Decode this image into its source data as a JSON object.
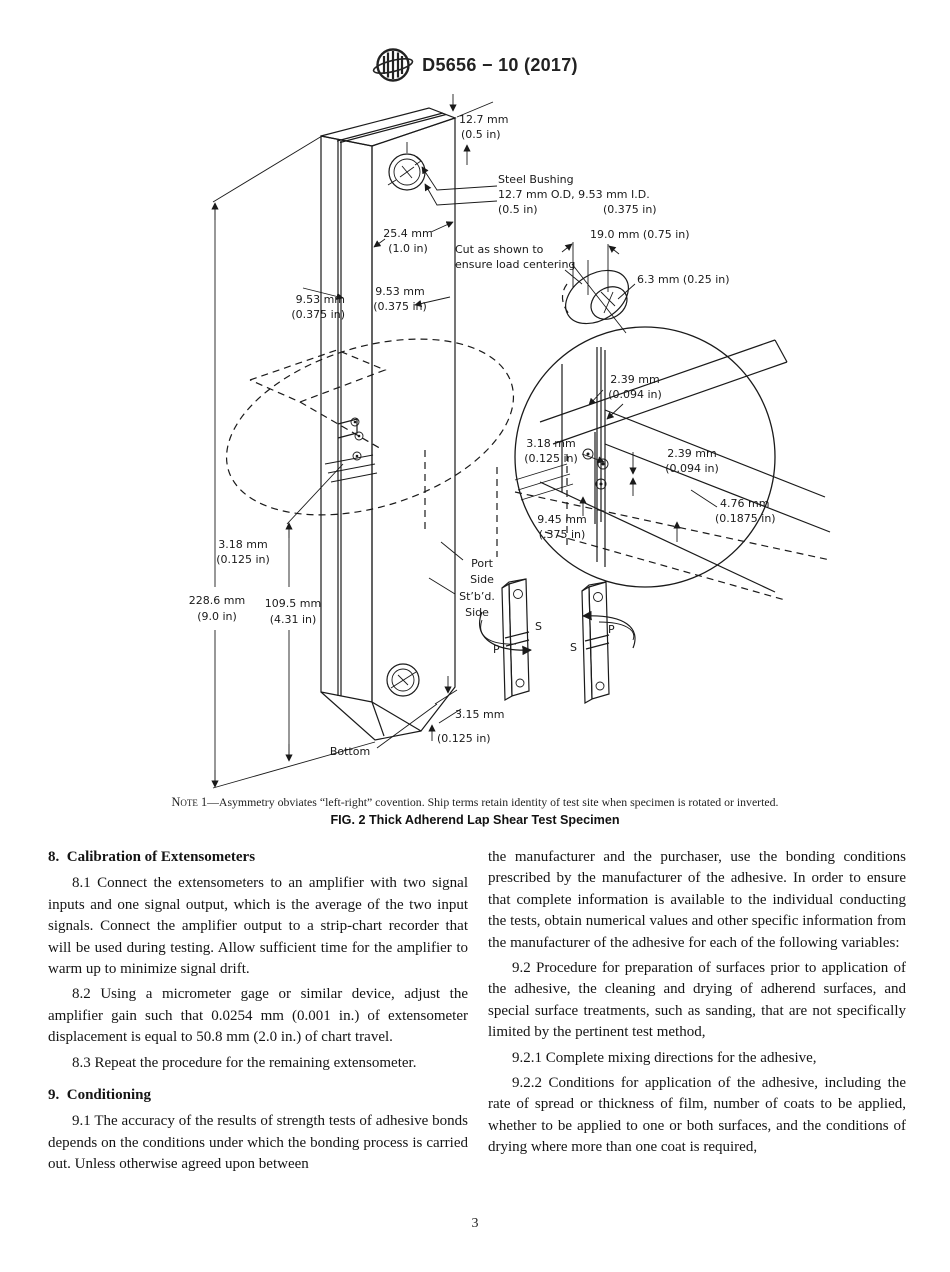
{
  "header": {
    "standard_id": "D5656 − 10 (2017)",
    "logo": "astm-logo"
  },
  "figure": {
    "note_label": "Note 1",
    "note_text": "—Asymmetry obviates “left-right” covention. Ship terms retain identity of test site when specimen is rotated or inverted.",
    "caption": "FIG. 2 Thick Adherend Lap Shear Test Specimen",
    "labels": {
      "dim127_1": "12.7 mm",
      "dim127_2": "(0.5 in)",
      "bushing_1": "Steel Bushing",
      "bushing_2": "12.7 mm O.D, 9.53 mm I.D.",
      "bushing_3": "(0.5 in)",
      "bushing_4": "(0.375 in)",
      "width254_1": "25.4 mm",
      "width254_2": "(1.0 in)",
      "cut_1": "Cut as shown to",
      "cut_2": "ensure load centering",
      "cyl19": "19.0 mm (0.75 in)",
      "cyl63": "6.3 mm (0.25 in)",
      "adhL_1": "9.53 mm",
      "adhL_2": "(0.375 in)",
      "adhM_1": "9.53 mm",
      "adhM_2": "(0.375 in)",
      "det_top_1": "2.39 mm",
      "det_top_2": "(0.094 in)",
      "det_left_1": "3.18 mm",
      "det_left_2": "(0.125 in)",
      "det_right_1": "2.39 mm",
      "det_right_2": "(0.094 in)",
      "det_476_1": "4.76 mm",
      "det_476_2": "(0.1875 in)",
      "det_945_1": "9.45 mm",
      "det_945_2": "(.375 in)",
      "bond318_1": "3.18 mm",
      "bond318_2": "(0.125 in)",
      "len2286_1": "228.6 mm",
      "len2286_2": "(9.0 in)",
      "len1095_1": "109.5 mm",
      "len1095_2": "(4.31 in)",
      "port_1": "Port",
      "port_2": "Side",
      "stbd_1": "St’b’d.",
      "stbd_2": "Side",
      "s1_P": "P",
      "s1_S": "S",
      "s2_P": "P",
      "s2_S": "S",
      "dim315_1": "3.15 mm",
      "dim315_2": "(0.125 in)",
      "bottom": "Bottom"
    }
  },
  "left_column": {
    "heading8": "8.  Calibration of Extensometers",
    "p_8_1": "8.1 Connect the extensometers to an amplifier with two signal inputs and one signal output, which is the average of the two input signals. Connect the amplifier output to a strip-chart recorder that will be used during testing. Allow sufficient time for the amplifier to warm up to minimize signal drift.",
    "p_8_2": "8.2 Using a micrometer gage or similar device, adjust the amplifier gain such that 0.0254 mm (0.001 in.) of extensometer displacement is equal to 50.8 mm (2.0 in.) of chart travel.",
    "p_8_3": "8.3 Repeat the procedure for the remaining extensometer.",
    "heading9": "9.  Conditioning",
    "p_9_1": "9.1 The accuracy of the results of strength tests of adhesive bonds depends on the conditions under which the bonding process is carried out. Unless otherwise agreed upon between"
  },
  "right_column": {
    "p_9_1_cont": "the manufacturer and the purchaser, use the bonding conditions prescribed by the manufacturer of the adhesive. In order to ensure that complete information is available to the individual conducting the tests, obtain numerical values and other specific information from the manufacturer of the adhesive for each of the following variables:",
    "p_9_2": "9.2 Procedure for preparation of surfaces prior to application of the adhesive, the cleaning and drying of adherend surfaces, and special surface treatments, such as sanding, that are not specifically limited by the pertinent test method,",
    "p_9_2_1": "9.2.1 Complete mixing directions for the adhesive,",
    "p_9_2_2": "9.2.2 Conditions for application of the adhesive, including the rate of spread or thickness of film, number of coats to be applied, whether to be applied to one or both surfaces, and the conditions of drying where more than one coat is required,"
  },
  "footer": {
    "page_number": "3"
  }
}
